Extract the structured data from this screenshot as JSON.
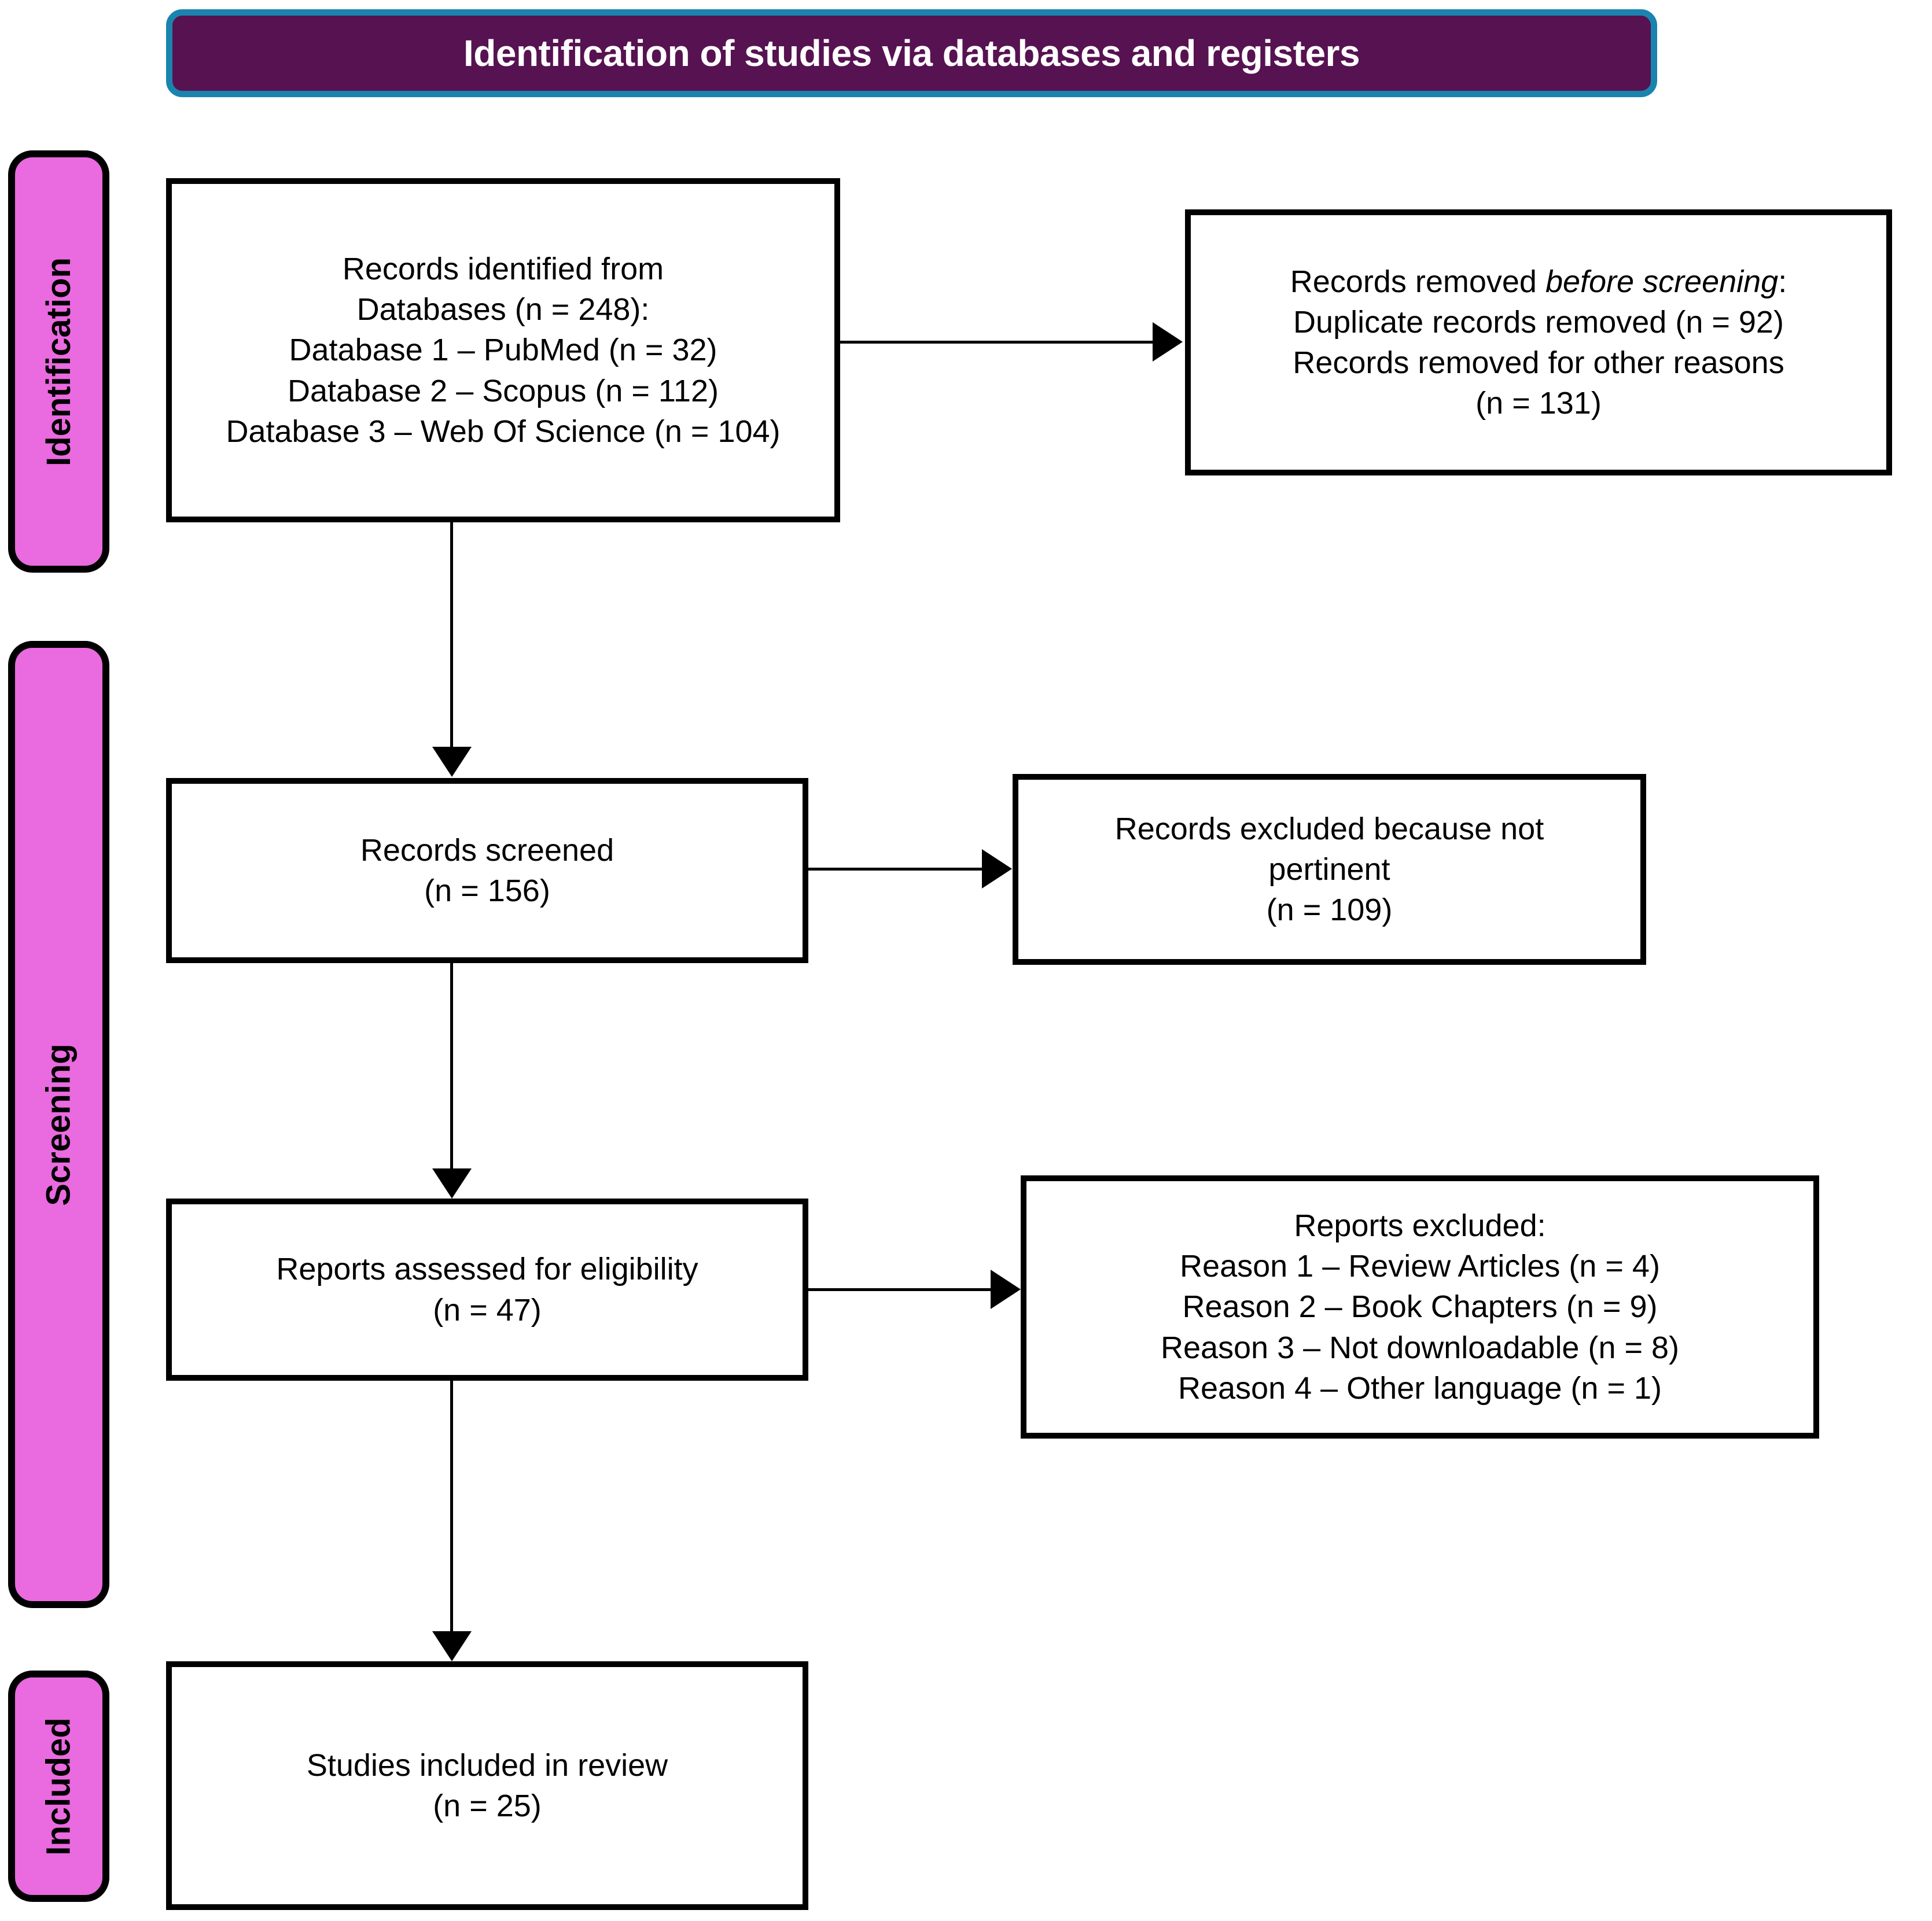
{
  "header": {
    "title": "Identification of studies via databases and registers"
  },
  "stages": [
    {
      "id": "identification",
      "label": "Identification"
    },
    {
      "id": "screening",
      "label": "Screening"
    },
    {
      "id": "included",
      "label": "Included"
    }
  ],
  "boxes": {
    "records_identified": {
      "lines": [
        "Records identified from",
        "Databases (n = 248):",
        "Database 1 – PubMed (n = 32)",
        "Database 2 – Scopus (n = 112)",
        "Database 3 – Web Of Science (n = 104)"
      ]
    },
    "records_removed": {
      "lines": [
        {
          "pre": "Records removed ",
          "italic": "before screening",
          "post": ":"
        },
        "Duplicate records removed (n = 92)",
        "Records removed for other reasons",
        "(n = 131)"
      ]
    },
    "records_screened": {
      "lines": [
        "Records screened",
        "(n = 156)"
      ]
    },
    "records_excluded": {
      "lines": [
        "Records excluded because not",
        "pertinent",
        "(n = 109)"
      ]
    },
    "reports_assessed": {
      "lines": [
        "Reports assessed for eligibility",
        "(n = 47)"
      ]
    },
    "reports_excluded": {
      "lines": [
        "Reports excluded:",
        "Reason 1 – Review Articles (n = 4)",
        "Reason 2 – Book Chapters (n = 9)",
        "Reason 3 – Not downloadable (n = 8)",
        "Reason 4 – Other language (n = 1)"
      ]
    },
    "studies_included": {
      "lines": [
        "Studies included in review",
        "(n = 25)"
      ]
    }
  },
  "counts": {
    "databases_total": 248,
    "pubmed": 32,
    "scopus": 112,
    "web_of_science": 104,
    "duplicates_removed": 92,
    "removed_other_reasons": 131,
    "records_screened": 156,
    "records_excluded_not_pertinent": 109,
    "reports_assessed": 47,
    "excluded_review_articles": 4,
    "excluded_book_chapters": 9,
    "excluded_not_downloadable": 8,
    "excluded_other_language": 1,
    "studies_included": 25
  },
  "colors": {
    "header_fill": "#571251",
    "header_border": "#1b84ae",
    "header_text": "#ffffff",
    "stage_fill": "#ea6ae0",
    "stage_border": "#000000",
    "box_border": "#000000",
    "box_fill": "#ffffff",
    "text": "#000000"
  }
}
